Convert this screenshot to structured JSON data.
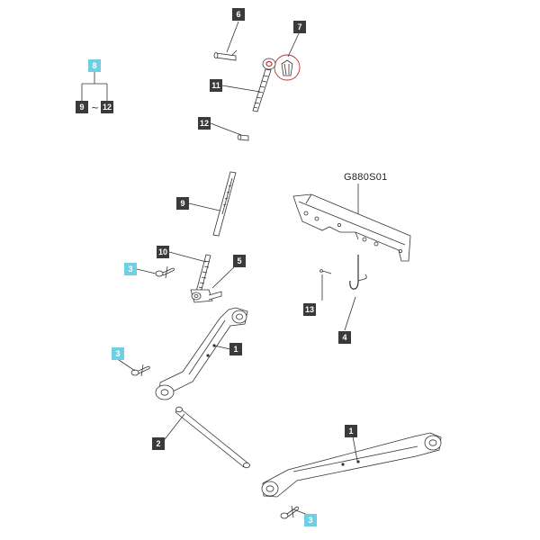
{
  "diagram": {
    "reference_code": "G880S01",
    "range_separator": "~",
    "highlight_color": "#6fd0e4",
    "label_color": "#3a3a3a",
    "group": {
      "parent": "8",
      "from": "9",
      "to": "12"
    },
    "callouts": {
      "c6": "6",
      "c7": "7",
      "c11": "11",
      "c12": "12",
      "c9": "9",
      "c10": "10",
      "c5": "5",
      "c3_top": "3",
      "c1_upper": "1",
      "c3_mid": "3",
      "c2": "2",
      "c1_lower": "1",
      "c3_bottom": "3",
      "c13": "13",
      "c4": "4"
    }
  }
}
